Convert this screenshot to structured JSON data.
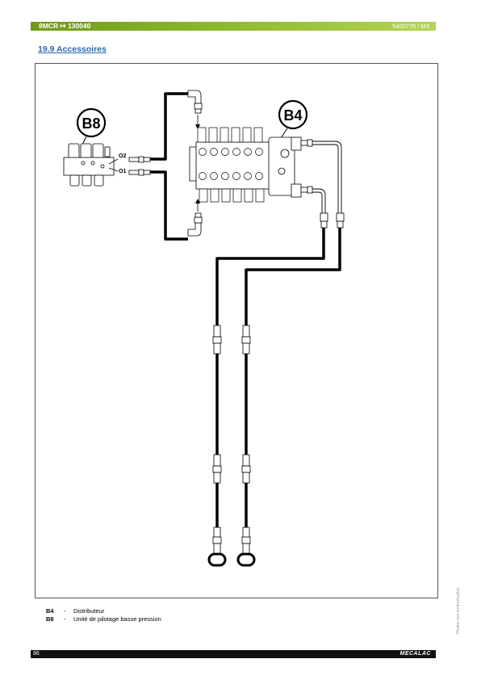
{
  "header": {
    "model": "8MCR",
    "serial_from": "130040",
    "doc_ref": "5400775 / M3"
  },
  "section": {
    "title": "19.9 Accessoires"
  },
  "diagram": {
    "label_b8": "B8",
    "label_b4": "B4",
    "port_o2": "O2",
    "port_o1": "O1"
  },
  "legend": [
    {
      "code": "B4",
      "dash": "-",
      "text": "Distributeur"
    },
    {
      "code": "B8",
      "dash": "-",
      "text": "Unité de pilotage basse pression"
    }
  ],
  "side_note": "Photos non contractuelles.",
  "footer": {
    "page": "86",
    "brand": "MECALAC"
  }
}
